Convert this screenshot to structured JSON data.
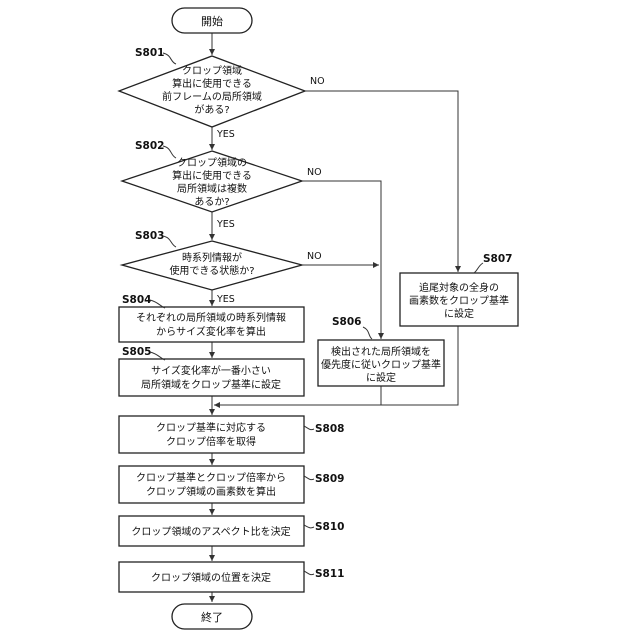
{
  "flowchart": {
    "start": "開始",
    "end": "終了",
    "yes": "YES",
    "no": "NO",
    "steps": {
      "s801": {
        "id": "S801",
        "lines": [
          "クロップ領域",
          "算出に使用できる",
          "前フレームの局所領域",
          "がある?"
        ]
      },
      "s802": {
        "id": "S802",
        "lines": [
          "クロップ領域の",
          "算出に使用できる",
          "局所領域は複数",
          "あるか?"
        ]
      },
      "s803": {
        "id": "S803",
        "lines": [
          "時系列情報が",
          "使用できる状態か?"
        ]
      },
      "s804": {
        "id": "S804",
        "lines": [
          "それぞれの局所領域の時系列情報",
          "からサイズ変化率を算出"
        ]
      },
      "s805": {
        "id": "S805",
        "lines": [
          "サイズ変化率が一番小さい",
          "局所領域をクロップ基準に設定"
        ]
      },
      "s806": {
        "id": "S806",
        "lines": [
          "検出された局所領域を",
          "優先度に従いクロップ基準",
          "に設定"
        ]
      },
      "s807": {
        "id": "S807",
        "lines": [
          "追尾対象の全身の",
          "画素数をクロップ基準",
          "に設定"
        ]
      },
      "s808": {
        "id": "S808",
        "lines": [
          "クロップ基準に対応する",
          "クロップ倍率を取得"
        ]
      },
      "s809": {
        "id": "S809",
        "lines": [
          "クロップ基準とクロップ倍率から",
          "クロップ領域の画素数を算出"
        ]
      },
      "s810": {
        "id": "S810",
        "lines": [
          "クロップ領域のアスペクト比を決定"
        ]
      },
      "s811": {
        "id": "S811",
        "lines": [
          "クロップ領域の位置を決定"
        ]
      }
    }
  }
}
